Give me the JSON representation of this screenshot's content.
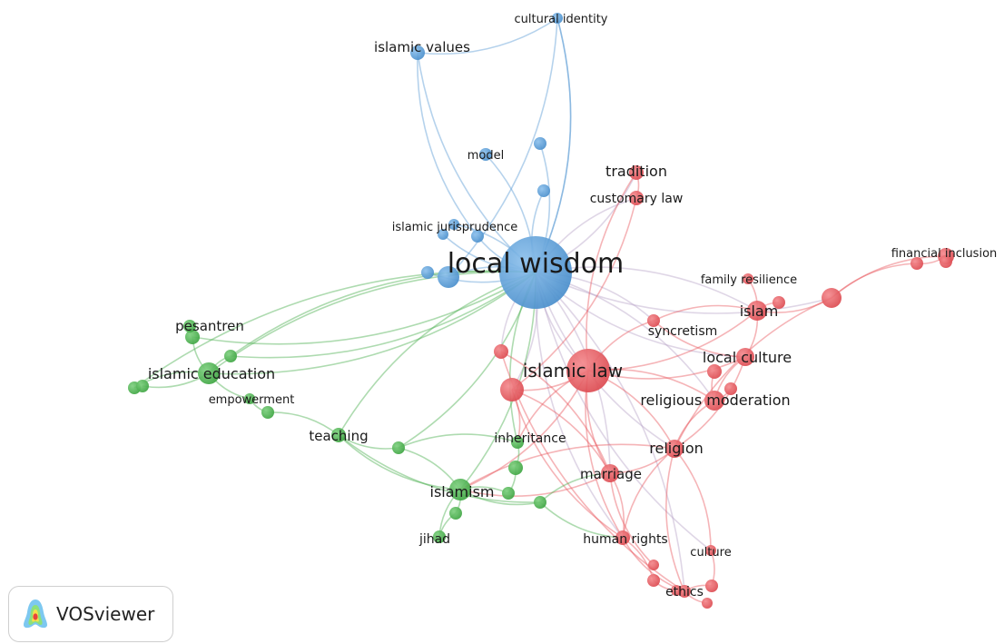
{
  "app": {
    "name": "VOSviewer"
  },
  "colors": {
    "blue": "#5b9bd5",
    "red": "#e8595f",
    "green": "#4caf50"
  },
  "network": {
    "nodes": [
      {
        "id": "local_wisdom",
        "label": "local wisdom",
        "cluster": "blue",
        "weight": 10
      },
      {
        "id": "cultural_identity",
        "label": "cultural identity",
        "cluster": "blue",
        "weight": 1
      },
      {
        "id": "islamic_values",
        "label": "islamic values",
        "cluster": "blue",
        "weight": 2
      },
      {
        "id": "model",
        "label": "model",
        "cluster": "blue",
        "weight": 1
      },
      {
        "id": "islamic_jurisprudence",
        "label": "islamic jurisprudence",
        "cluster": "blue",
        "weight": 1
      },
      {
        "id": "b_unlabeled_1",
        "label": "",
        "cluster": "blue",
        "weight": 1
      },
      {
        "id": "b_unlabeled_2",
        "label": "",
        "cluster": "blue",
        "weight": 1
      },
      {
        "id": "b_unlabeled_3",
        "label": "",
        "cluster": "blue",
        "weight": 1
      },
      {
        "id": "b_unlabeled_4",
        "label": "",
        "cluster": "blue",
        "weight": 1
      },
      {
        "id": "b_unlabeled_5",
        "label": "",
        "cluster": "blue",
        "weight": 3
      },
      {
        "id": "b_unlabeled_6",
        "label": "",
        "cluster": "blue",
        "weight": 1
      },
      {
        "id": "tradition",
        "label": "tradition",
        "cluster": "red",
        "weight": 2
      },
      {
        "id": "customary_law",
        "label": "customary law",
        "cluster": "red",
        "weight": 1
      },
      {
        "id": "islamic_law",
        "label": "islamic law",
        "cluster": "red",
        "weight": 6
      },
      {
        "id": "family_resilience",
        "label": "family resilience",
        "cluster": "red",
        "weight": 1
      },
      {
        "id": "islam",
        "label": "islam",
        "cluster": "red",
        "weight": 2
      },
      {
        "id": "syncretism",
        "label": "syncretism",
        "cluster": "red",
        "weight": 1
      },
      {
        "id": "local_culture",
        "label": "local culture",
        "cluster": "red",
        "weight": 2
      },
      {
        "id": "religious_moderation",
        "label": "religious moderation",
        "cluster": "red",
        "weight": 3
      },
      {
        "id": "religion",
        "label": "religion",
        "cluster": "red",
        "weight": 2
      },
      {
        "id": "marriage",
        "label": "marriage",
        "cluster": "red",
        "weight": 2
      },
      {
        "id": "human_rights",
        "label": "human rights",
        "cluster": "red",
        "weight": 1
      },
      {
        "id": "culture",
        "label": "culture",
        "cluster": "red",
        "weight": 1
      },
      {
        "id": "ethics",
        "label": "ethics",
        "cluster": "red",
        "weight": 1
      },
      {
        "id": "financial_inclusion",
        "label": "financial inclusion",
        "cluster": "red",
        "weight": 1
      },
      {
        "id": "r_unlabeled_1",
        "label": "",
        "cluster": "red",
        "weight": 1
      },
      {
        "id": "r_unlabeled_2",
        "label": "",
        "cluster": "red",
        "weight": 1
      },
      {
        "id": "r_unlabeled_3",
        "label": "",
        "cluster": "red",
        "weight": 2
      },
      {
        "id": "r_unlabeled_4",
        "label": "",
        "cluster": "red",
        "weight": 1
      },
      {
        "id": "r_unlabeled_5",
        "label": "",
        "cluster": "red",
        "weight": 3
      },
      {
        "id": "r_unlabeled_6",
        "label": "",
        "cluster": "red",
        "weight": 1
      },
      {
        "id": "r_unlabeled_7",
        "label": "",
        "cluster": "red",
        "weight": 1
      },
      {
        "id": "r_unlabeled_8",
        "label": "",
        "cluster": "red",
        "weight": 1
      },
      {
        "id": "r_unlabeled_9",
        "label": "",
        "cluster": "red",
        "weight": 1
      },
      {
        "id": "r_unlabeled_10",
        "label": "",
        "cluster": "red",
        "weight": 1
      },
      {
        "id": "r_unlabeled_11",
        "label": "",
        "cluster": "red",
        "weight": 1
      },
      {
        "id": "r_unlabeled_12",
        "label": "",
        "cluster": "red",
        "weight": 1
      },
      {
        "id": "r_unlabeled_13",
        "label": "",
        "cluster": "red",
        "weight": 1
      },
      {
        "id": "r_unlabeled_14",
        "label": "",
        "cluster": "red",
        "weight": 1
      },
      {
        "id": "pesantren",
        "label": "pesantren",
        "cluster": "green",
        "weight": 1
      },
      {
        "id": "islamic_education",
        "label": "islamic education",
        "cluster": "green",
        "weight": 2
      },
      {
        "id": "empowerment",
        "label": "empowerment",
        "cluster": "green",
        "weight": 1
      },
      {
        "id": "teaching",
        "label": "teaching",
        "cluster": "green",
        "weight": 1
      },
      {
        "id": "inheritance",
        "label": "inheritance",
        "cluster": "green",
        "weight": 1
      },
      {
        "id": "islamism",
        "label": "islamism",
        "cluster": "green",
        "weight": 2
      },
      {
        "id": "jihad",
        "label": "jihad",
        "cluster": "green",
        "weight": 1
      },
      {
        "id": "g_unlabeled_1",
        "label": "",
        "cluster": "green",
        "weight": 1
      },
      {
        "id": "g_unlabeled_2",
        "label": "",
        "cluster": "green",
        "weight": 1
      },
      {
        "id": "g_unlabeled_3",
        "label": "",
        "cluster": "green",
        "weight": 1
      },
      {
        "id": "g_unlabeled_4",
        "label": "",
        "cluster": "green",
        "weight": 1
      },
      {
        "id": "g_unlabeled_5",
        "label": "",
        "cluster": "green",
        "weight": 1
      },
      {
        "id": "g_unlabeled_6",
        "label": "",
        "cluster": "green",
        "weight": 1
      },
      {
        "id": "g_unlabeled_7",
        "label": "",
        "cluster": "green",
        "weight": 1
      },
      {
        "id": "g_unlabeled_8",
        "label": "",
        "cluster": "green",
        "weight": 1
      },
      {
        "id": "g_unlabeled_9",
        "label": "",
        "cluster": "green",
        "weight": 1
      },
      {
        "id": "g_unlabeled_10",
        "label": "",
        "cluster": "green",
        "weight": 1
      }
    ]
  }
}
